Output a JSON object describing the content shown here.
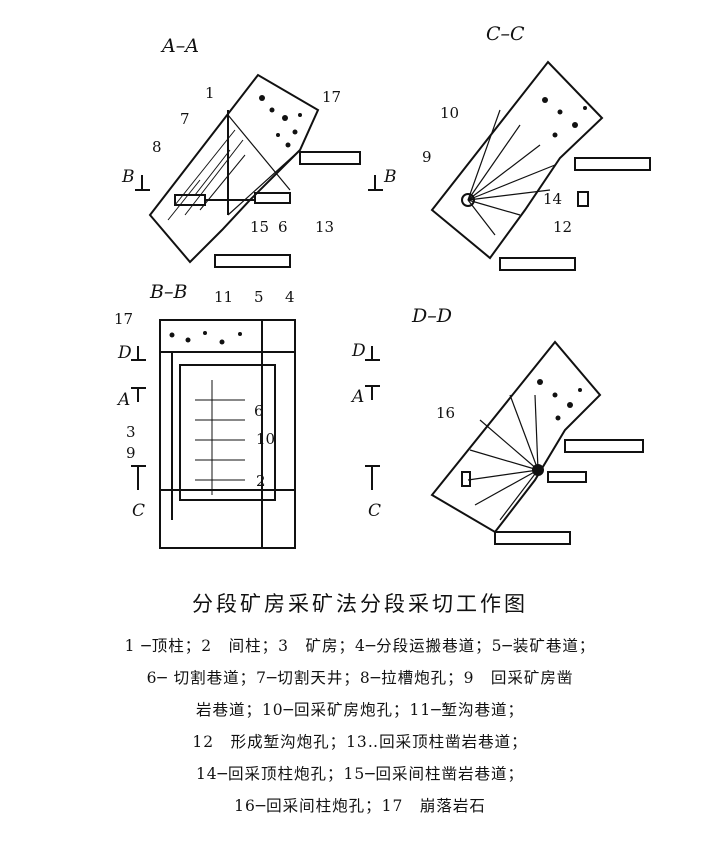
{
  "views": {
    "aa": "A–A",
    "cc": "C–C",
    "bb": "B–B",
    "dd": "D–D"
  },
  "cut_marks": {
    "b": "B",
    "a": "A",
    "c": "C",
    "d": "D"
  },
  "numbers": {
    "n1": "1",
    "n2": "2",
    "n3": "3",
    "n4": "4",
    "n5": "5",
    "n6": "6",
    "n7": "7",
    "n8": "8",
    "n9": "9",
    "n10": "10",
    "n11": "11",
    "n12": "12",
    "n13": "13",
    "n14": "14",
    "n15": "15",
    "n16": "16",
    "n17": "17"
  },
  "caption": {
    "title": "分段矿房采矿法分段采切工作图",
    "legend": [
      "1 ─顶柱；2　间柱；3　矿房；4─分段运搬巷道；5─装矿巷道；",
      "6─ 切割巷道；7─切割天井；8─拉槽炮孔；9　回采矿房凿",
      "岩巷道；10─回采矿房炮孔；11─堑沟巷道；",
      "12　形成堑沟炮孔；13‥回采顶柱凿岩巷道；",
      "14─回采顶柱炮孔；15─回采间柱凿岩巷道；",
      "16─回采间柱炮孔；17　崩落岩石"
    ]
  }
}
